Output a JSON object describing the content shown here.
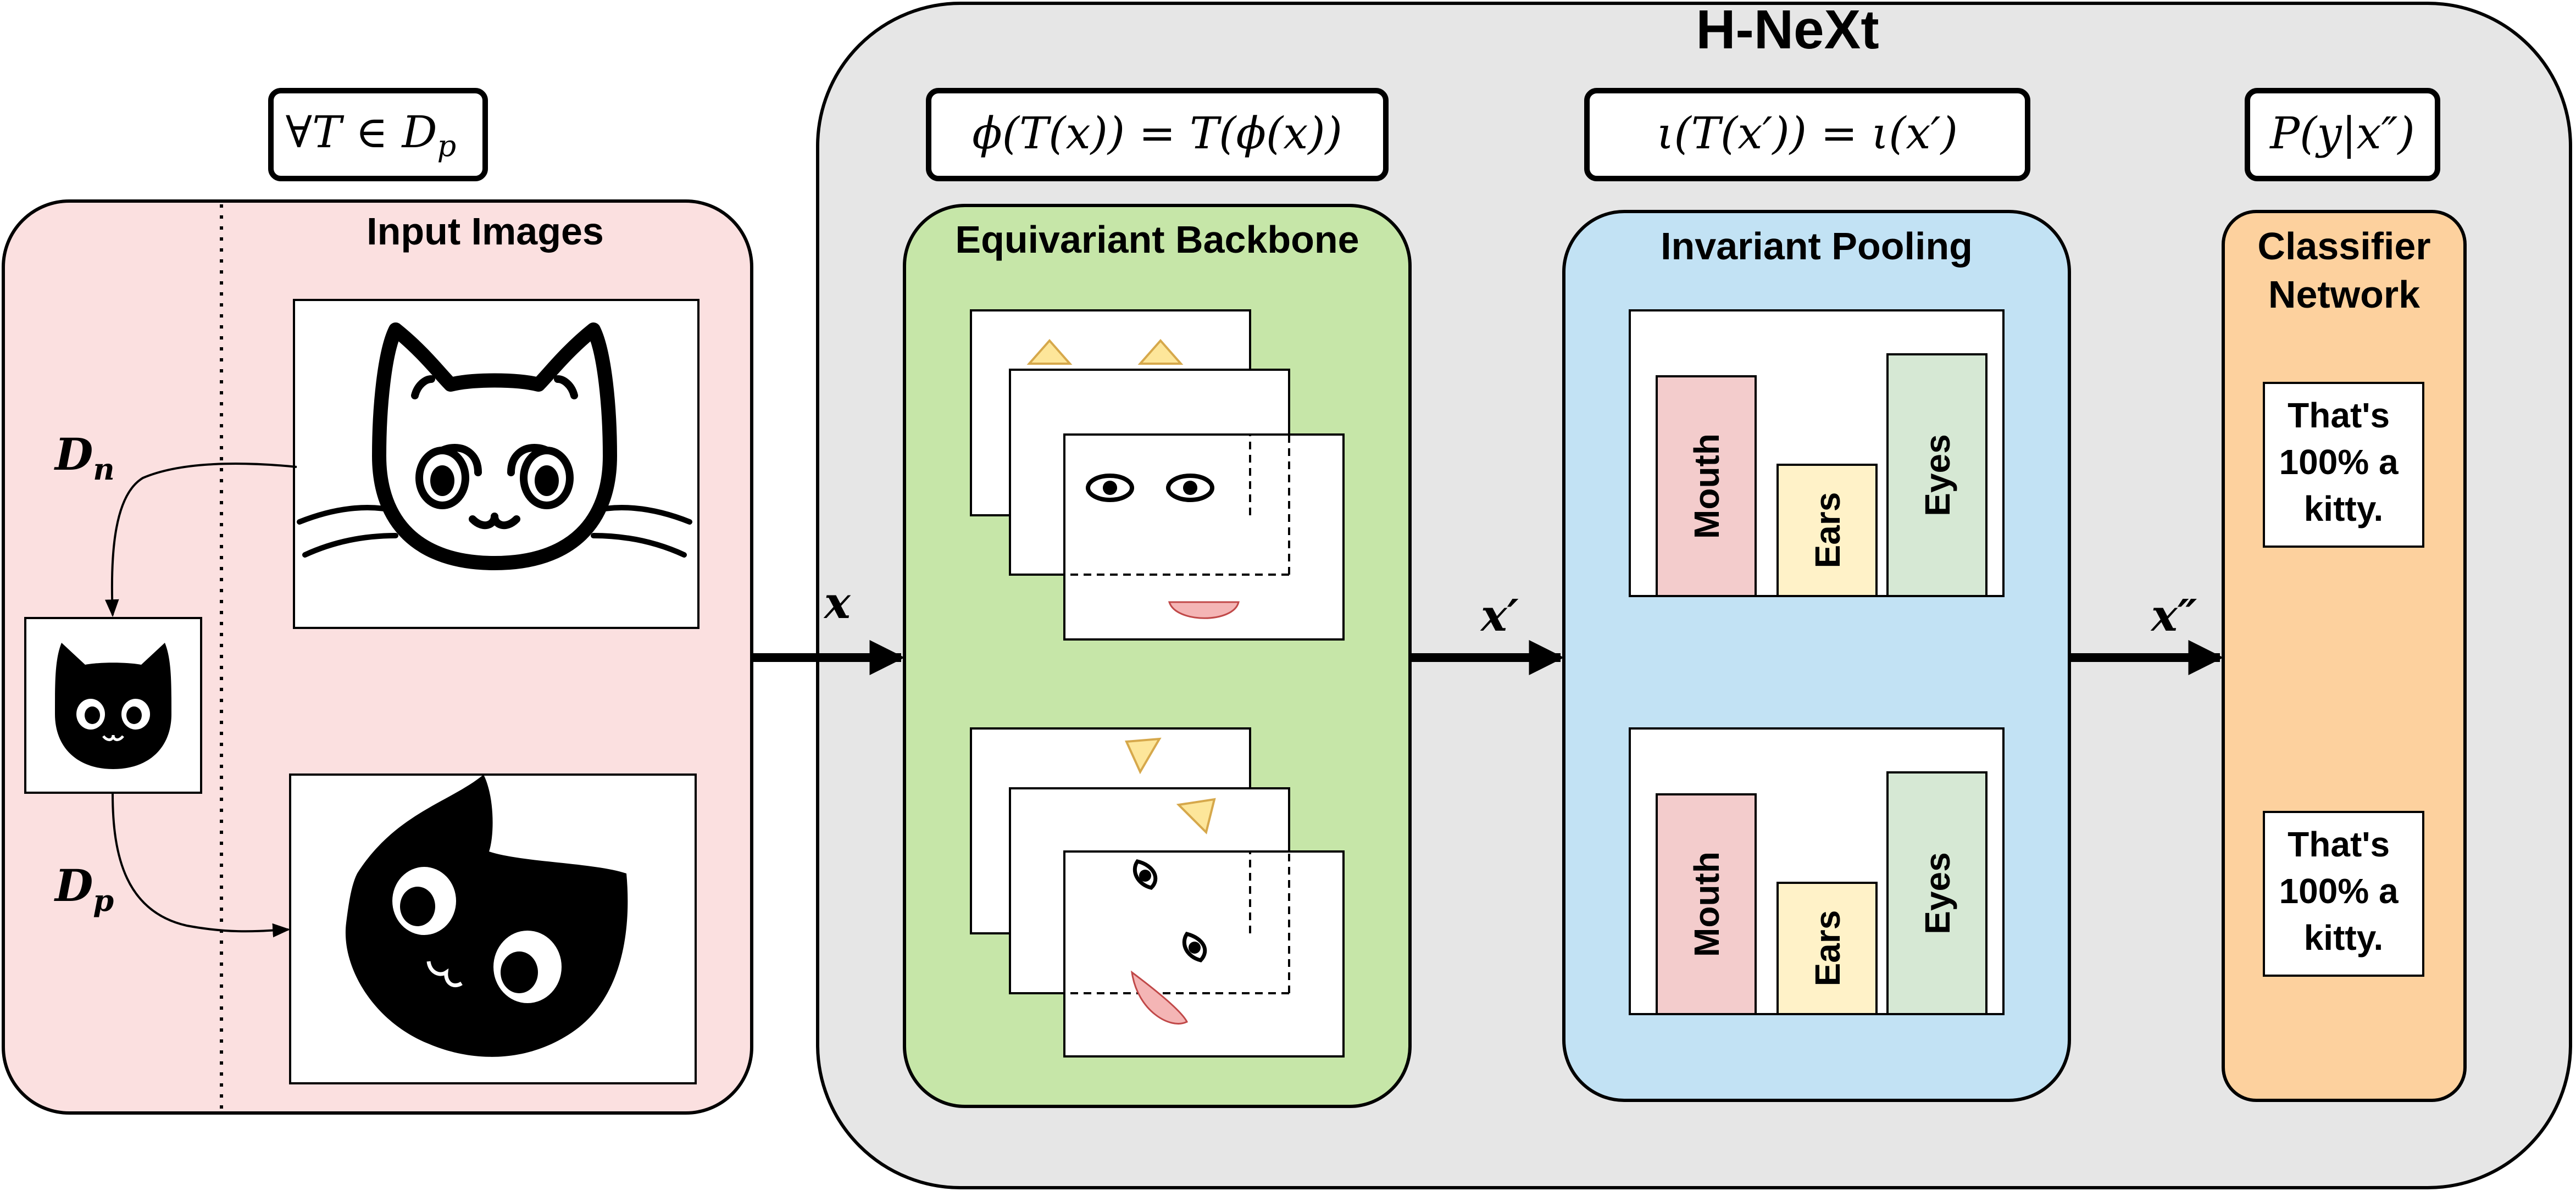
{
  "title": "H-NeXt",
  "formulas": {
    "input": "∀T ∈ D",
    "input_sub": "p",
    "backbone": "ϕ(T(x)) = T(ϕ(x))",
    "pooling": "ι(T(x′)) = ι(x′)",
    "classifier": "P(y|x″)"
  },
  "panels": {
    "input": "Input Images",
    "backbone": "Equivariant Backbone",
    "pooling": "Invariant Pooling",
    "classifier_line1": "Classifier",
    "classifier_line2": "Network"
  },
  "dataset_labels": {
    "dn": "D",
    "dn_sub": "n",
    "dp": "D",
    "dp_sub": "p"
  },
  "arrow_labels": {
    "x": "x",
    "x_prime": "x′",
    "x_double_prime": "x″"
  },
  "bars": {
    "mouth": "Mouth",
    "ears": "Ears",
    "eyes": "Eyes"
  },
  "outputs": {
    "top": [
      "That's",
      "100% a",
      "kitty."
    ],
    "bottom": [
      "That's",
      "100% a",
      "kitty."
    ]
  },
  "colors": {
    "input_bg": "#fbe0e0",
    "outer_bg": "#e6e6e6",
    "backbone_bg": "#c6e6a8",
    "pooling_bg": "#c2e2f4",
    "classifier_bg": "#fdd19e",
    "mouth": "#f3cccc",
    "ears": "#fff2c8",
    "eyes": "#d6e8d4",
    "ear_tri": "#fde69a"
  }
}
